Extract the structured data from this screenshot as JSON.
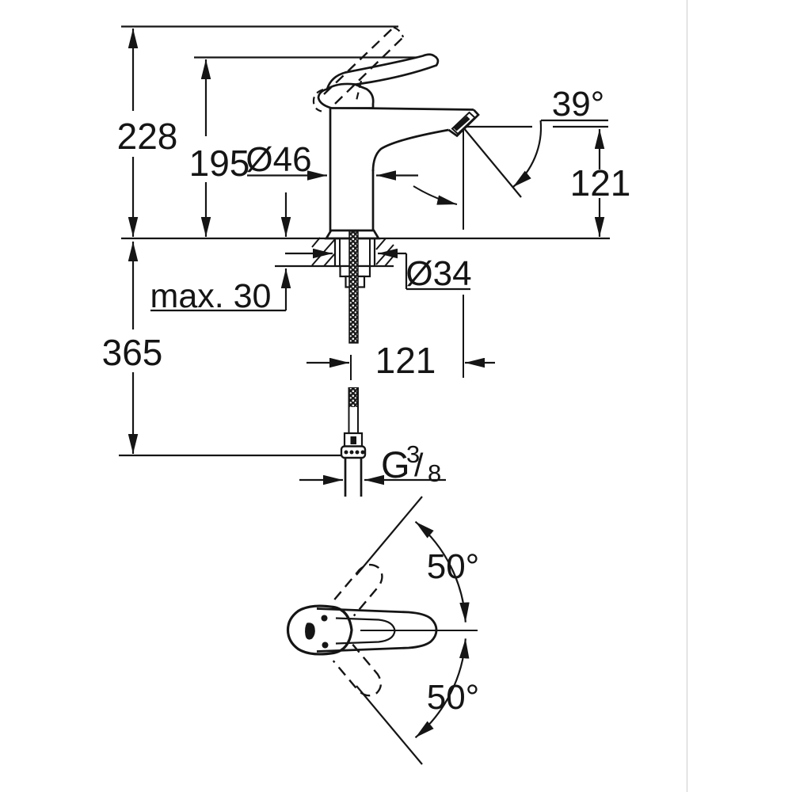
{
  "drawing_title": "single-lever-basin-mixer-dimension-drawing",
  "colors": {
    "line": "#151515",
    "background": "#ffffff",
    "panel_divider": "#d9d9d9"
  },
  "side_view": {
    "total_height": "228",
    "lever_height": "195",
    "body_diameter": "Ø46",
    "spray_angle": "39°",
    "outlet_height": "121",
    "counter_max_thickness": "max. 30",
    "hole_diameter": "Ø34",
    "depth_below_counter": "365",
    "spout_reach": "121",
    "thread_g": "G",
    "thread_num": "3",
    "thread_slash": "/",
    "thread_den": "8"
  },
  "top_view": {
    "handle_swivel_up": "50°",
    "handle_swivel_down": "50°"
  }
}
